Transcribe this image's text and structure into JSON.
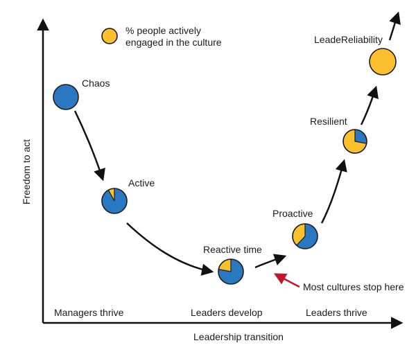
{
  "colors": {
    "blue": "#2b78c2",
    "yellow": "#fbc02d",
    "ink": "#1a1a1a",
    "red": "#c0182a"
  },
  "legend": {
    "icon": "yellow-circle",
    "line1": "% people actively",
    "line2": "engaged in the culture"
  },
  "axes": {
    "x_title": "Leadership transition",
    "y_title": "Freedom to act"
  },
  "stages": [
    {
      "label": "Chaos",
      "engaged": 0
    },
    {
      "label": "Active",
      "engaged": 0.08
    },
    {
      "label": "Reactive time",
      "engaged": 0.22
    },
    {
      "label": "Proactive",
      "engaged": 0.38
    },
    {
      "label": "Resilient",
      "engaged": 0.72
    },
    {
      "label": "LeadeReliability",
      "engaged": 1
    }
  ],
  "zones": [
    "Managers thrive",
    "Leaders develop",
    "Leaders thrive"
  ],
  "callout": "Most cultures stop here"
}
